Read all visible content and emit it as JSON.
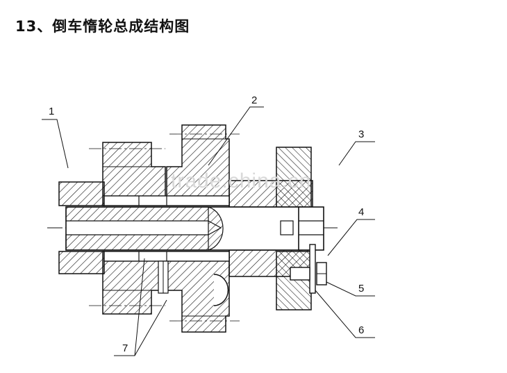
{
  "title": "13、倒车惰轮总成结构图",
  "callouts": [
    "1",
    "2",
    "3",
    "4",
    "5",
    "6",
    "7"
  ],
  "watermark": "trade.china.cn"
}
